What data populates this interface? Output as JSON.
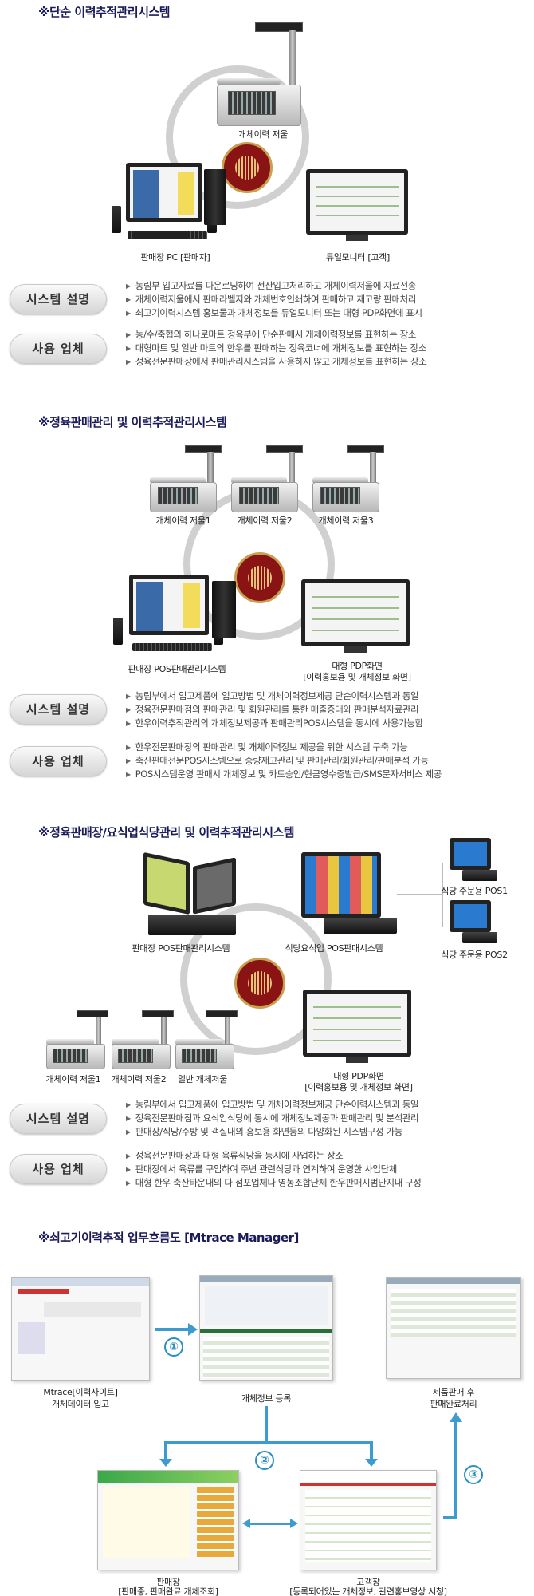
{
  "sections": [
    {
      "title": "※단순 이력추적관리시스템",
      "devices": {
        "scale": "개체이력 저울",
        "pc": "판매장 PC [판매자]",
        "monitor": "듀얼모니터 [고객]"
      },
      "system_label": "시스템 설명",
      "system_items": [
        "농림부 입고자료를 다운로딩하여 전산입고처리하고 개체이력저울에 자료전송",
        "개체이력저울에서 판매라벨지와 개체번호인쇄하여 판매하고 재고량 판매처리",
        "쇠고기이력시스템 홍보물과 개체정보를 듀얼모니터 또는 대형 PDP화면에 표시"
      ],
      "users_label": "사용 업체",
      "users_items": [
        "농/수/축협의 하나로마트 정육부에 단순판매시 개체이력정보를 표현하는 장소",
        "대형마트 및 일반 마트의 한우를 판매하는 정육코너에 개체정보를 표현하는 장소",
        "정육전문판매장에서 판매관리시스템을 사용하지 않고 개체정보를 표현하는 장소"
      ]
    },
    {
      "title": "※정육판매관리 및  이력추적관리시스템",
      "devices": {
        "scale1": "개체이력 저울1",
        "scale2": "개체이력 저울2",
        "scale3": "개체이력 저울3",
        "pc": "판매장 POS판매관리시스템",
        "monitor_line1": "대형 PDP화면",
        "monitor_line2": "[이력홍보용 및 개체정보 화면]"
      },
      "system_label": "시스템 설명",
      "system_items": [
        "농림부에서 입고제품에 입고방법 및 개체이력정보제공 단순이력시스템과 동일",
        "정육전문판매점의 판매관리 및 회원관리를 통한 매출증대와 판매분석자료관리",
        "한우이력추적관리의 개체정보제공과 판매관리POS시스템을 동시에 사용가능함"
      ],
      "users_label": "사용 업체",
      "users_items": [
        "한우전문판매장의 판매관리 및 개체이력정보 제공을 위한 시스템 구축 가능",
        "축산판매전문POS시스템으로 중량재고관리 및 판매관리/회원관리/판매분석 가능",
        "POS시스템운영 판매시 개체정보 및 카드승인/현금영수증발급/SMS문자서비스 제공"
      ]
    },
    {
      "title": "※정육판매장/요식업식당관리 및 이력추적관리시스템",
      "devices": {
        "pos_sales": "판매장 POS판매관리시스템",
        "pos_restaurant": "식당요식업 POS판매시스템",
        "order_pos1": "식당 주문용 POS1",
        "order_pos2": "식당 주문용 POS2",
        "scale1": "개체이력 저울1",
        "scale2": "개체이력 저울2",
        "scale3": "일반 개체저울",
        "monitor_line1": "대형 PDP화면",
        "monitor_line2": "[이력홍보용 및 개체정보 화면]"
      },
      "system_label": "시스템 설명",
      "system_items": [
        "농림부에서 입고제품에 입고방법 및 개체이력정보제공 단순이력시스템과 동일",
        "정육전문판매점과 요식업식당에 동시에 개체정보제공과 판매관리 및 분석관리",
        "판매장/식당/주방 및 객실내의 홍보용 화면등의 다양화된 시스템구성 가능"
      ],
      "users_label": "사용 업체",
      "users_items": [
        "정육전문판매장과 대형 육류식당을 동시에 사업하는 장소",
        "판매장에서 육류를 구입하여 주변 관련식당과 연계하여 운영한 사업단체",
        "대형 한우 축산타운내의 다 점포업체나 영농조합단체 한우판매시범단지내 구성"
      ]
    }
  ],
  "flow": {
    "title": "※쇠고기이력추적 업무흐름도 [Mtrace Manager]",
    "nodes": {
      "mtrace_line1": "Mtrace[이력사이트]",
      "mtrace_line2": "개체데이터 입고",
      "register": "개체정보 등록",
      "complete_line1": "제품판매 후",
      "complete_line2": "판매완료처리",
      "store_line1": "판매장",
      "store_line2": "[판매중, 판매완료 개체조회]",
      "customer_line1": "고객창",
      "customer_line2": "[등록되어있는 개체정보, 관련홍보영상 시청]"
    },
    "steps": [
      "①",
      "②",
      "③"
    ]
  },
  "colors": {
    "title": "#1a1a5a",
    "accent": "#3d9ccf",
    "seal": "#8a1414",
    "ring": "#d0d0d0"
  }
}
